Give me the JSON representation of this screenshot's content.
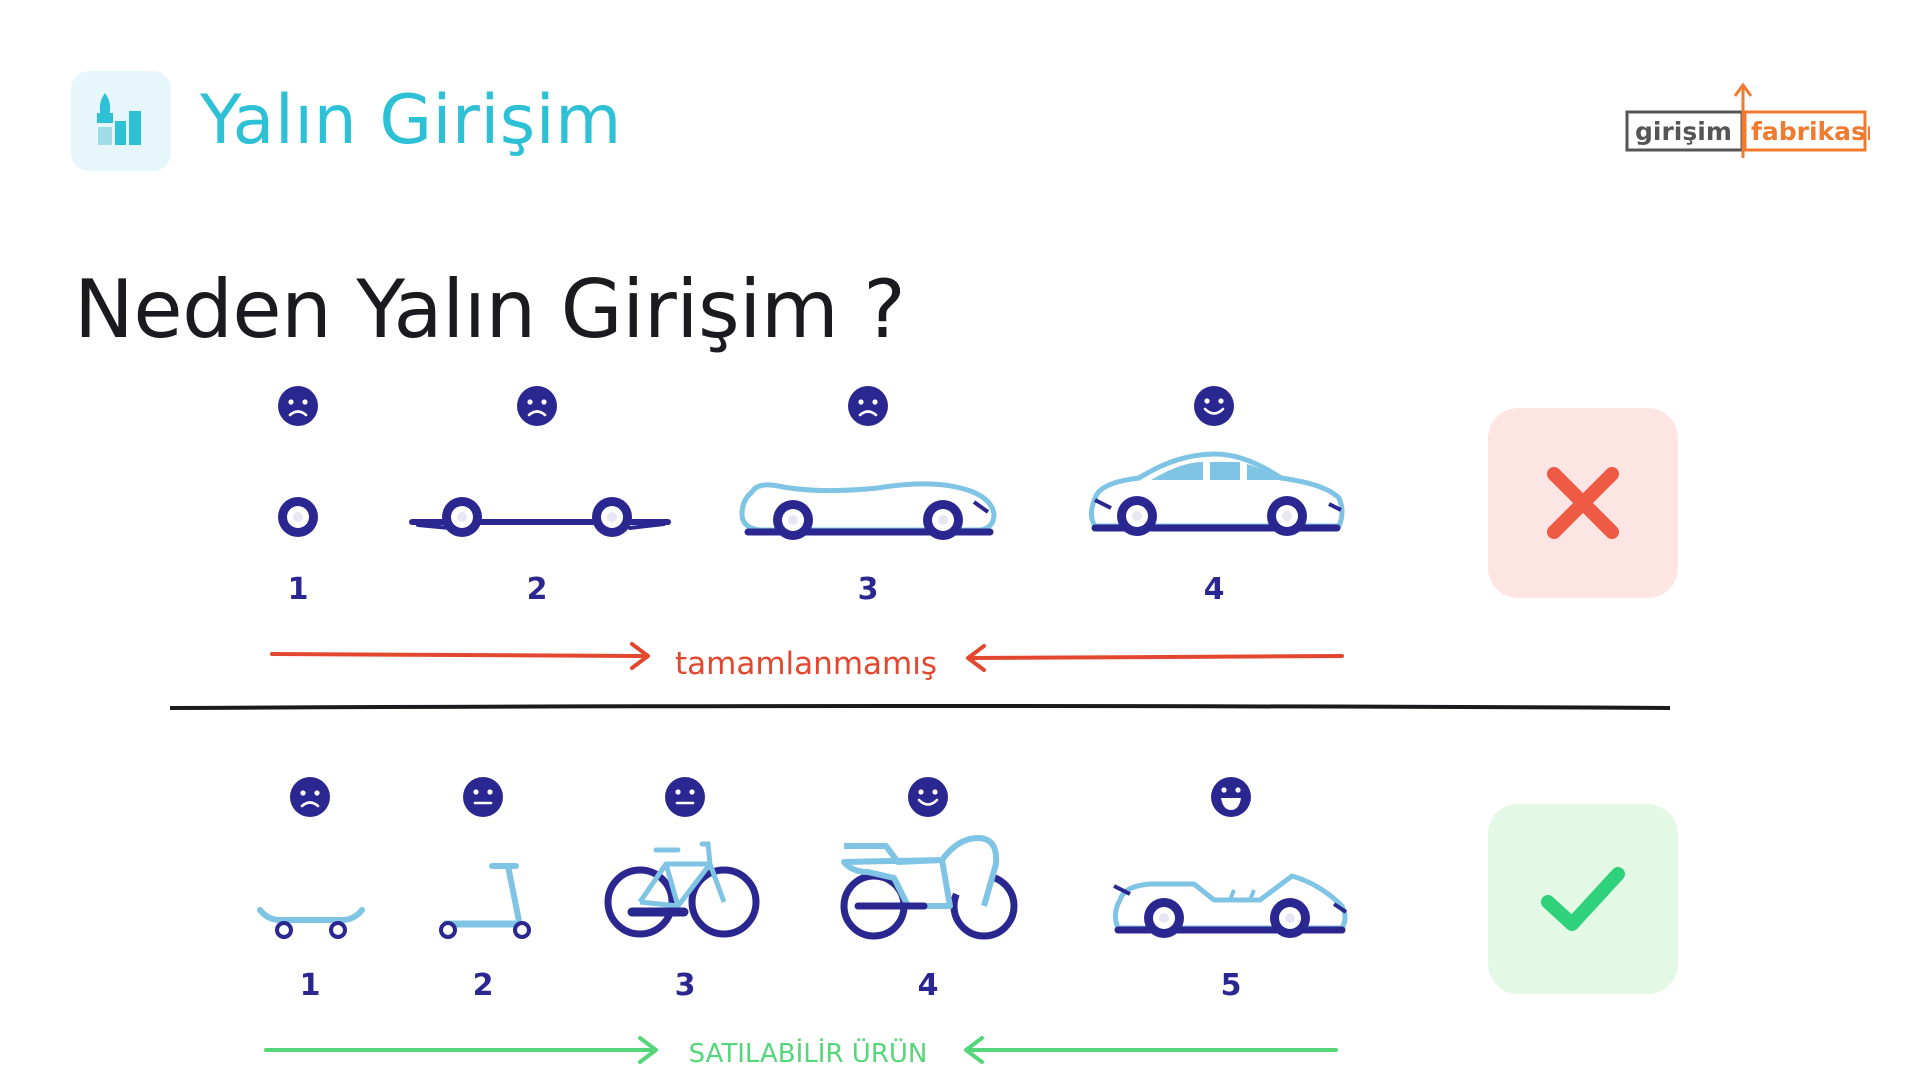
{
  "header": {
    "app_title": "Yalın Girişim",
    "app_icon": "rocket-chart-icon",
    "logo": {
      "part1": "girişim",
      "part2": "fabrikası"
    }
  },
  "page_title": "Neden Yalın Girişim ?",
  "top_row": {
    "steps": [
      {
        "number": "1",
        "face": "sad",
        "vehicle": "wheel"
      },
      {
        "number": "2",
        "face": "sad",
        "vehicle": "chassis"
      },
      {
        "number": "3",
        "face": "sad",
        "vehicle": "car-body"
      },
      {
        "number": "4",
        "face": "happy",
        "vehicle": "car"
      }
    ],
    "label": "tamamlanmamış",
    "status_icon": "cross-icon"
  },
  "bottom_row": {
    "steps": [
      {
        "number": "1",
        "face": "sad",
        "vehicle": "skateboard"
      },
      {
        "number": "2",
        "face": "neutral",
        "vehicle": "scooter"
      },
      {
        "number": "3",
        "face": "neutral",
        "vehicle": "bicycle"
      },
      {
        "number": "4",
        "face": "smile",
        "vehicle": "motorcycle"
      },
      {
        "number": "5",
        "face": "laughing",
        "vehicle": "convertible"
      }
    ],
    "label": "SATILABİLİR ÜRÜN",
    "status_icon": "check-icon"
  },
  "colors": {
    "title": "#2ec1d6",
    "navy": "#2b2790",
    "light_blue": "#7fc4e4",
    "red": "#e3472f",
    "green": "#55d67a",
    "orange": "#f07a2e",
    "logo_gray": "#555555"
  }
}
